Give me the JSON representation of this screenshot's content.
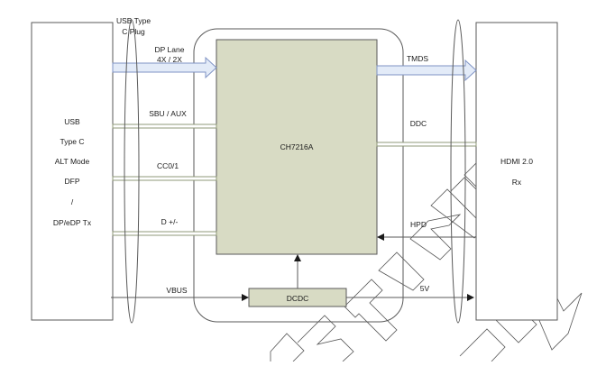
{
  "left_box": {
    "lines": [
      "USB",
      "Type C",
      "ALT Mode",
      "DFP",
      "/",
      "DP/eDP Tx"
    ]
  },
  "right_box": {
    "lines": [
      "HDMI 2.0",
      "Rx"
    ]
  },
  "plug_label": [
    "USB Type",
    "C Plug"
  ],
  "chip": {
    "name": "CH7216A"
  },
  "dcdc": {
    "name": "DCDC"
  },
  "signals": {
    "dp_lane": [
      "DP Lane",
      "4X / 2X"
    ],
    "sbu_aux": "SBU / AUX",
    "cc": "CC0/1",
    "d_pm": "D +/-",
    "vbus": "VBUS",
    "tmds": "TMDS",
    "ddc": "DDC",
    "hpd": "HPD",
    "five_v": "5V"
  },
  "colors": {
    "line": "#5a5a5a",
    "chip_fill": "#d8dbc4",
    "dcdc_fill": "#d8dbc4",
    "bus_fill": "#e3ebf8",
    "bus_stroke": "#7f93c4",
    "double_line": "#8f9a78",
    "watermark": "#555555"
  }
}
